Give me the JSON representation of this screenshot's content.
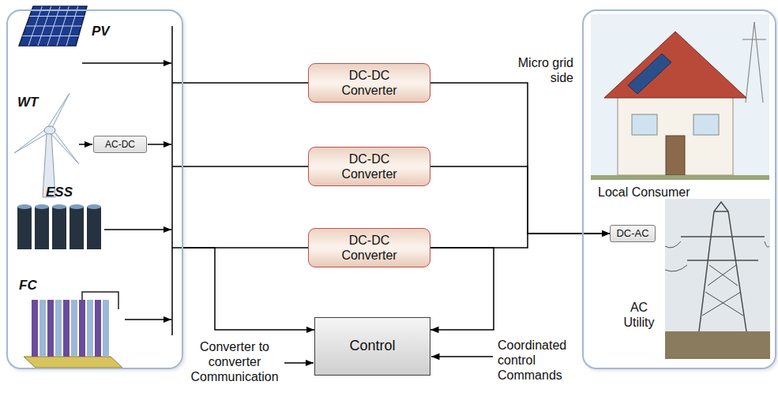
{
  "diagram": {
    "nodes": [
      {
        "text": [
          "PV",
          "WT",
          "ESS",
          "FC"
        ]
      },
      {
        "text": [
          "AC-DC"
        ],
        "in": 0
      },
      {
        "text": [
          "DC-DC Converter"
        ]
      },
      {
        "text": [
          "DC-DC Converter"
        ]
      },
      {
        "text": [
          "DC-DC Converter"
        ]
      },
      {
        "text": [
          "Local Consumer",
          "AC Utility"
        ]
      },
      {
        "text": [
          "DC-AC"
        ],
        "in": 5
      },
      {
        "text": [
          "Control"
        ]
      }
    ],
    "edges": [
      {
        "from": 0,
        "to": 2,
        "arrow": "none"
      },
      {
        "from": 0,
        "to": 3,
        "arrow": "none"
      },
      {
        "from": 0,
        "to": 4,
        "arrow": "none"
      },
      {
        "from": 2,
        "to": 6,
        "arrow": "to"
      },
      {
        "from": 3,
        "to": 6,
        "arrow": "to"
      },
      {
        "from": 4,
        "to": 6,
        "arrow": "to"
      },
      {
        "from": 0,
        "to": 7,
        "arrow": "to"
      },
      {
        "from": 4,
        "to": 7,
        "arrow": "to"
      }
    ],
    "labels": [
      "Micro grid side",
      "Converter to converter Communication",
      "Coordinated control Commands"
    ]
  }
}
